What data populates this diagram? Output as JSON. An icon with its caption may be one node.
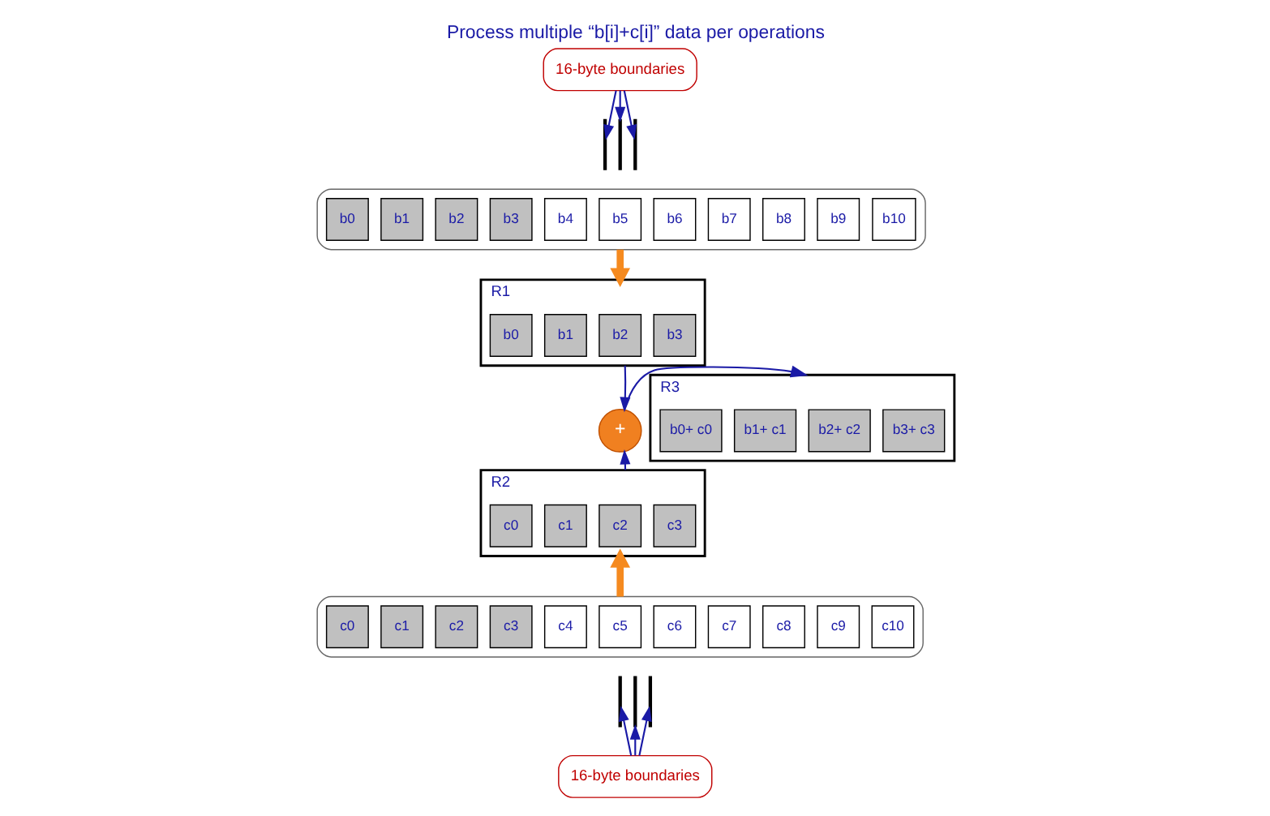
{
  "diagram": {
    "title": "Process multiple “b[i]+c[i]” data per operations",
    "nodes": [
      {
        "text": [
          "16-byte boundaries"
        ]
      },
      {
        "text": [],
        "shape": "line"
      },
      {
        "text": [],
        "shape": "line"
      },
      {
        "text": [],
        "shape": "line"
      },
      {
        "text": [],
        "shape": "scroll"
      },
      {
        "text": [
          "b0"
        ],
        "in": 4
      },
      {
        "text": [
          "b1"
        ],
        "in": 4
      },
      {
        "text": [
          "b2"
        ],
        "in": 4
      },
      {
        "text": [
          "b3"
        ],
        "in": 4
      },
      {
        "text": [
          "b4"
        ],
        "in": 4
      },
      {
        "text": [
          "b5"
        ],
        "in": 4
      },
      {
        "text": [
          "b6"
        ],
        "in": 4
      },
      {
        "text": [
          "b7"
        ],
        "in": 4
      },
      {
        "text": [
          "b8"
        ],
        "in": 4
      },
      {
        "text": [
          "b9"
        ],
        "in": 4
      },
      {
        "text": [
          "b10"
        ],
        "in": 4
      },
      {
        "text": [
          "R1"
        ]
      },
      {
        "text": [
          "b0"
        ],
        "in": 16
      },
      {
        "text": [
          "b1"
        ],
        "in": 16
      },
      {
        "text": [
          "b2"
        ],
        "in": 16
      },
      {
        "text": [
          "b3"
        ],
        "in": 16
      },
      {
        "text": [
          "+"
        ]
      },
      {
        "text": [
          "R3"
        ]
      },
      {
        "text": [
          "b0+ c0"
        ],
        "in": 22
      },
      {
        "text": [
          "b1+ c1"
        ],
        "in": 22
      },
      {
        "text": [
          "b2+ c2"
        ],
        "in": 22
      },
      {
        "text": [
          "b3+ c3"
        ],
        "in": 22
      },
      {
        "text": [
          "R2"
        ]
      },
      {
        "text": [
          "c0"
        ],
        "in": 27
      },
      {
        "text": [
          "c1"
        ],
        "in": 27
      },
      {
        "text": [
          "c2"
        ],
        "in": 27
      },
      {
        "text": [
          "c3"
        ],
        "in": 27
      },
      {
        "text": [],
        "shape": "scroll"
      },
      {
        "text": [
          "c0"
        ],
        "in": 32
      },
      {
        "text": [
          "c1"
        ],
        "in": 32
      },
      {
        "text": [
          "c2"
        ],
        "in": 32
      },
      {
        "text": [
          "c3"
        ],
        "in": 32
      },
      {
        "text": [
          "c4"
        ],
        "in": 32
      },
      {
        "text": [
          "c5"
        ],
        "in": 32
      },
      {
        "text": [
          "c6"
        ],
        "in": 32
      },
      {
        "text": [
          "c7"
        ],
        "in": 32
      },
      {
        "text": [
          "c8"
        ],
        "in": 32
      },
      {
        "text": [
          "c9"
        ],
        "in": 32
      },
      {
        "text": [
          "c10"
        ],
        "in": 32
      },
      {
        "text": [],
        "shape": "line"
      },
      {
        "text": [],
        "shape": "line"
      },
      {
        "text": [],
        "shape": "line"
      },
      {
        "text": [
          "16-byte boundaries"
        ]
      }
    ],
    "edges": [
      {
        "from": 0,
        "to": 1,
        "arrow": "to"
      },
      {
        "from": 0,
        "to": 2,
        "arrow": "to"
      },
      {
        "from": 0,
        "to": 3,
        "arrow": "to"
      },
      {
        "from": 4,
        "to": 16,
        "arrow": "to",
        "style": "thick",
        "color": "#f58a1f"
      },
      {
        "from": 16,
        "to": 21,
        "arrow": "to"
      },
      {
        "from": 27,
        "to": 21,
        "arrow": "to"
      },
      {
        "from": 21,
        "to": 22,
        "arrow": "to"
      },
      {
        "from": 32,
        "to": 27,
        "arrow": "to",
        "style": "thick",
        "color": "#f58a1f"
      },
      {
        "from": 47,
        "to": 44,
        "arrow": "to"
      },
      {
        "from": 47,
        "to": 45,
        "arrow": "to"
      },
      {
        "from": 47,
        "to": 46,
        "arrow": "to"
      }
    ]
  }
}
